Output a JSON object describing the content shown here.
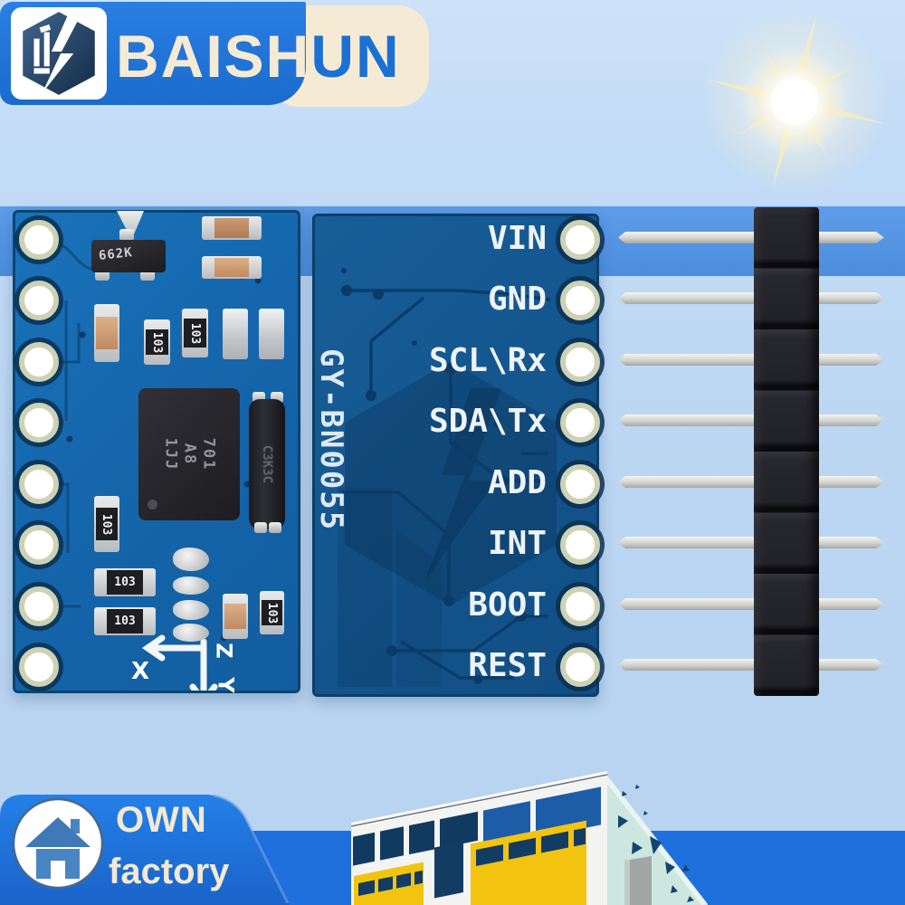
{
  "brand": {
    "name": "BAISHUN",
    "logo": "hexagon-lightning-monogram",
    "banner_blue": "#1b70d4",
    "banner_cream": "#f5ebd4"
  },
  "module": {
    "front": {
      "regulator_marking": "662K",
      "ic_marking_lines": [
        "701",
        "A8",
        "1JJ"
      ],
      "crystal_marking": "C3K3C",
      "resistor_marking": "103",
      "axis_labels": {
        "x": "X",
        "y": "Y",
        "z": "Z"
      }
    },
    "back": {
      "board_name": "GY-BN0055",
      "pin_labels": [
        "VIN",
        "GND",
        "SCL\\Rx",
        "SDA\\Tx",
        "ADD",
        "INT",
        "BOOT",
        "REST"
      ]
    }
  },
  "footer": {
    "line1": "OWN",
    "line2": "factory"
  },
  "scene": {
    "sky_color": "#c2dbf6",
    "mid_band_color": "#5494e3",
    "bottom_band_color": "#1f6fdd",
    "pcb_front_color": "#1567ae",
    "pcb_back_color": "#14568e",
    "factory_yellow": "#f2c410",
    "factory_navy": "#123c63",
    "factory_mint": "#cde7e0",
    "header_pin_count": 8
  }
}
